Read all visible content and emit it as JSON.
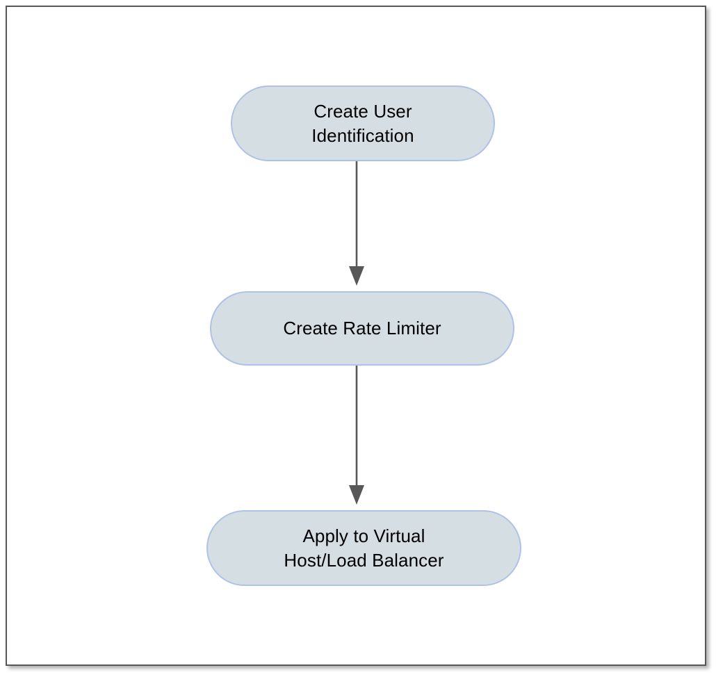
{
  "diagram": {
    "type": "flowchart",
    "orientation": "top-to-bottom",
    "title": "",
    "canvas": {
      "background_color": "#ffffff",
      "frame_border_color": "#575757"
    },
    "style": {
      "node_fill": "#d5dee3",
      "node_border": "#aec2e8",
      "node_text_color": "#000000",
      "edge_color": "#575757",
      "node_shape": "stadium"
    },
    "nodes": [
      {
        "id": "create-user-identification",
        "label": "Create User\nIdentification",
        "line1": "Create User",
        "line2": "Identification",
        "order": 1
      },
      {
        "id": "create-rate-limiter",
        "label": "Create Rate Limiter",
        "line1": "Create Rate Limiter",
        "line2": "",
        "order": 2
      },
      {
        "id": "apply-to-virtual-host-load-balancer",
        "label": "Apply to Virtual\nHost/Load Balancer",
        "line1": "Apply to Virtual",
        "line2": "Host/Load Balancer",
        "order": 3
      }
    ],
    "edges": [
      {
        "id": "edge-1",
        "from": "create-user-identification",
        "to": "create-rate-limiter",
        "label": "",
        "arrowhead": "solid-triangle"
      },
      {
        "id": "edge-2",
        "from": "create-rate-limiter",
        "to": "apply-to-virtual-host-load-balancer",
        "label": "",
        "arrowhead": "solid-triangle"
      }
    ]
  }
}
